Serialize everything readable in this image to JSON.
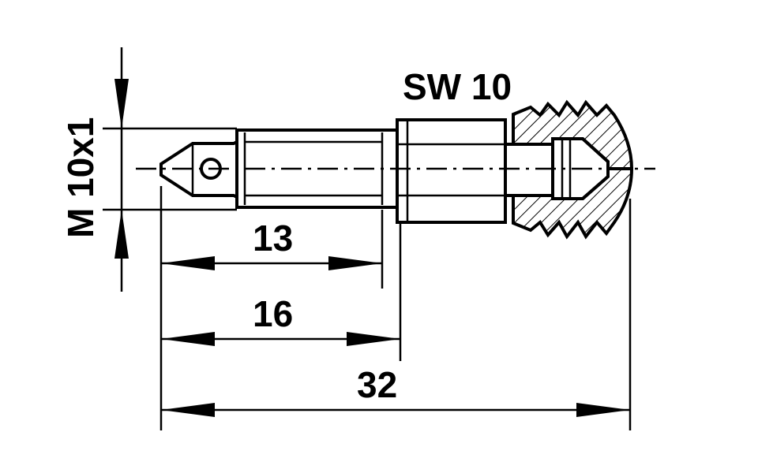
{
  "labels": {
    "thread": "M 10x1",
    "wrench_size": "SW 10",
    "dim_13": "13",
    "dim_16": "16",
    "dim_32": "32"
  },
  "colors": {
    "ink": "#000000",
    "paper": "#ffffff"
  }
}
